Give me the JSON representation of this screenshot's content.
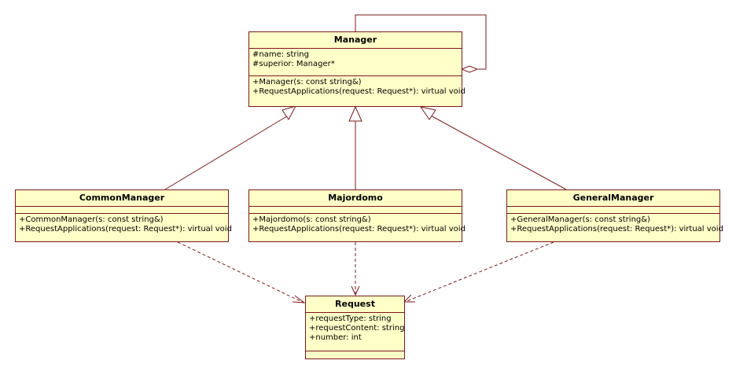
{
  "classes": {
    "manager": {
      "name": "Manager",
      "attributes": [
        "#name: string",
        "#superior: Manager*"
      ],
      "operations": [
        "+Manager(s: const string&)",
        "+RequestApplications(request: Request*): virtual void"
      ]
    },
    "common_manager": {
      "name": "CommonManager",
      "operations": [
        "+CommonManager(s: const string&)",
        "+RequestApplications(request: Request*): virtual void"
      ]
    },
    "majordomo": {
      "name": "Majordomo",
      "operations": [
        "+Majordomo(s: const string&)",
        "+RequestApplications(request: Request*): virtual void"
      ]
    },
    "general_manager": {
      "name": "GeneralManager",
      "operations": [
        "+GeneralManager(s: const string&)",
        "+RequestApplications(request: Request*): virtual void"
      ]
    },
    "request": {
      "name": "Request",
      "attributes": [
        "+requestType: string",
        "+requestContent: string",
        "+number: int"
      ]
    }
  },
  "colors": {
    "class_fill": "#ffffc8",
    "line": "#7a1a1a"
  }
}
